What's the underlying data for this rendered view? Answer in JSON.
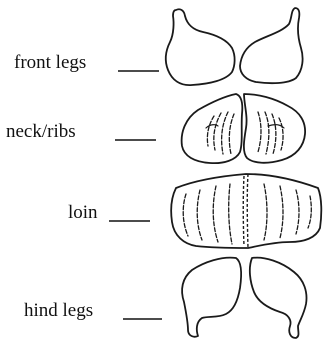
{
  "labels": {
    "front_legs": "front legs",
    "neck_ribs": "neck/ribs",
    "loin": "loin",
    "hind_legs": "hind legs"
  },
  "colors": {
    "ink": "#1a1a1a",
    "background": "#ffffff"
  }
}
